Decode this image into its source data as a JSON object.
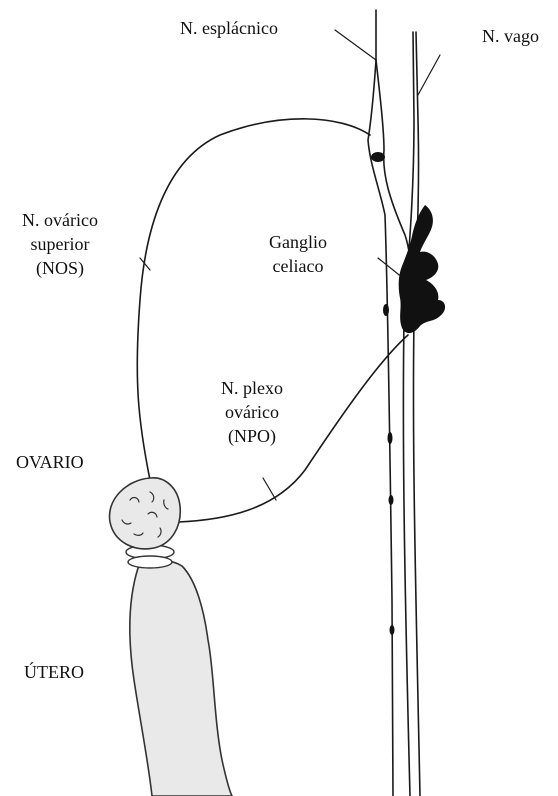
{
  "labels": {
    "splanchnic": "N. esplácnico",
    "vagus": "N. vago",
    "sos_line1": "N. ovárico",
    "sos_line2": "superior",
    "sos_line3": "(NOS)",
    "celiac_line1": "Ganglio",
    "celiac_line2": "celiaco",
    "opn_line1": "N. plexo",
    "opn_line2": "ovárico",
    "opn_line3": "(NPO)",
    "ovary": "OVARIO",
    "uterus": "ÚTERO"
  },
  "colors": {
    "ink": "#1a1a1a",
    "ganglion": "#111111",
    "organ_fill": "#e9e9e9",
    "organ_stroke": "#333333"
  }
}
